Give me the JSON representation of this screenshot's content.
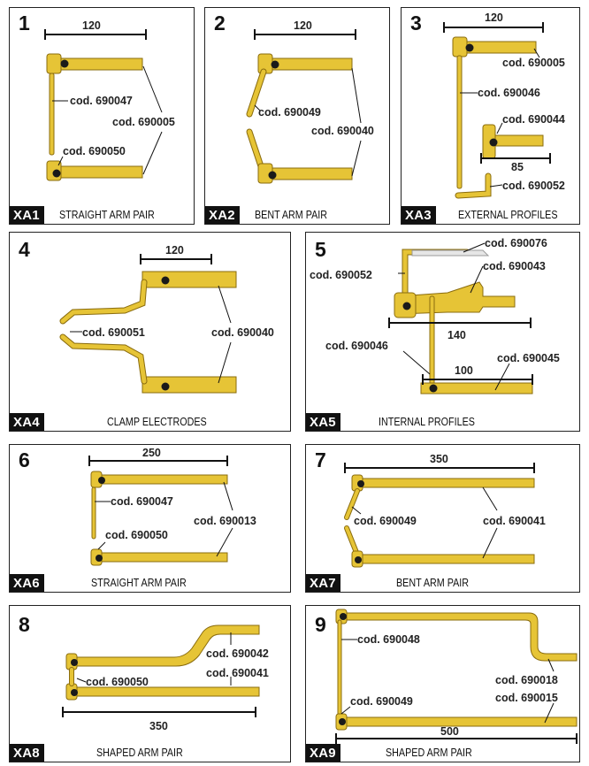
{
  "panels": [
    {
      "number": "1",
      "tag": "XA1",
      "caption": "STRAIGHT ARM PAIR",
      "dimension": "120",
      "codes": [
        "cod. 690047",
        "cod. 690005",
        "cod. 690050"
      ]
    },
    {
      "number": "2",
      "tag": "XA2",
      "caption": "BENT ARM PAIR",
      "dimension": "120",
      "codes": [
        "cod. 690049",
        "cod. 690040"
      ]
    },
    {
      "number": "3",
      "tag": "XA3",
      "caption": "EXTERNAL PROFILES",
      "dimension": "120",
      "dimension2": "85",
      "codes": [
        "cod. 690005",
        "cod. 690046",
        "cod. 690044",
        "cod. 690052"
      ]
    },
    {
      "number": "4",
      "tag": "XA4",
      "caption": "CLAMP ELECTRODES",
      "dimension": "120",
      "codes": [
        "cod. 690051",
        "cod. 690040"
      ]
    },
    {
      "number": "5",
      "tag": "XA5",
      "caption": "INTERNAL PROFILES",
      "dimension": "140",
      "dimension2": "100",
      "codes": [
        "cod. 690076",
        "cod. 690052",
        "cod. 690043",
        "cod. 690046",
        "cod. 690045"
      ]
    },
    {
      "number": "6",
      "tag": "XA6",
      "caption": "STRAIGHT ARM PAIR",
      "dimension": "250",
      "codes": [
        "cod. 690047",
        "cod. 690013",
        "cod. 690050"
      ]
    },
    {
      "number": "7",
      "tag": "XA7",
      "caption": "BENT ARM PAIR",
      "dimension": "350",
      "codes": [
        "cod. 690049",
        "cod. 690041"
      ]
    },
    {
      "number": "8",
      "tag": "XA8",
      "caption": "SHAPED ARM PAIR",
      "dimension": "350",
      "codes": [
        "cod. 690042",
        "cod. 690041",
        "cod. 690050"
      ]
    },
    {
      "number": "9",
      "tag": "XA9",
      "caption": "SHAPED ARM PAIR",
      "dimension": "500",
      "codes": [
        "cod. 690048",
        "cod. 690018",
        "cod. 690015",
        "cod. 690049"
      ]
    }
  ],
  "colors": {
    "arm": "#e6c436",
    "arm_outline": "#8a6c0e",
    "frame": "#222222",
    "tag_bg": "#111111"
  }
}
